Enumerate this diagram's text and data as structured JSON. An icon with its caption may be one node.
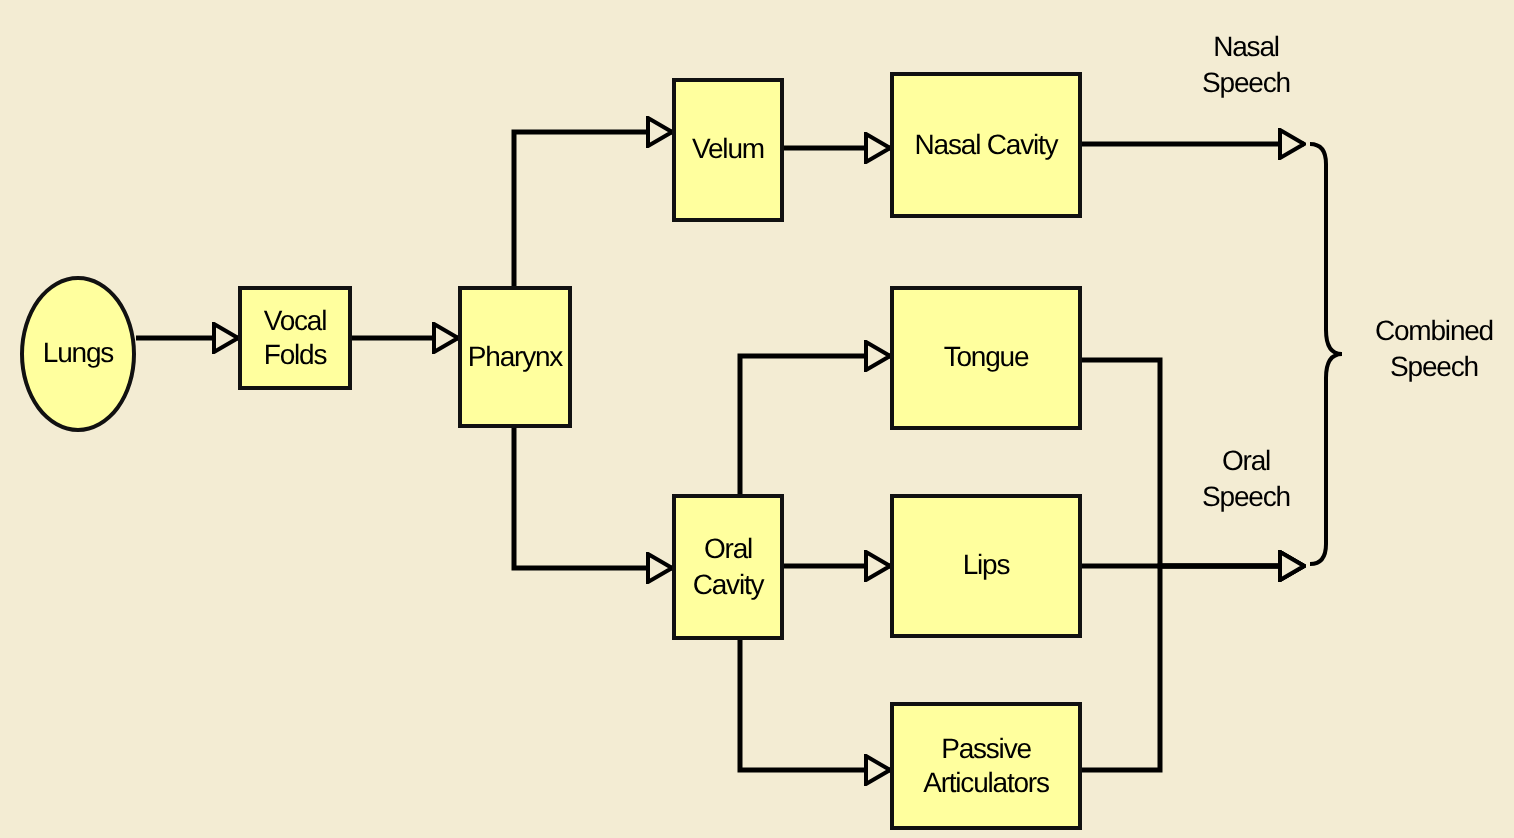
{
  "diagram": {
    "nodes": [
      {
        "text": [
          "Lungs"
        ]
      },
      {
        "text": [
          "Vocal Folds"
        ]
      },
      {
        "text": [
          "Pharynx"
        ]
      },
      {
        "text": [
          "Velum"
        ]
      },
      {
        "text": [
          "Oral Cavity"
        ]
      },
      {
        "text": [
          "Nasal Cavity"
        ]
      },
      {
        "text": [
          "Tongue"
        ]
      },
      {
        "text": [
          "Lips"
        ]
      },
      {
        "text": [
          "Passive Articulators"
        ]
      },
      {
        "text": [],
        "shape": "brace",
        "beside": [
          "Combined Speech"
        ]
      }
    ],
    "edges": [
      {
        "from": 0,
        "to": 1,
        "arrow": "to"
      },
      {
        "from": 1,
        "to": 2,
        "arrow": "to"
      },
      {
        "from": 2,
        "to": 3,
        "arrow": "to"
      },
      {
        "from": 2,
        "to": 4,
        "arrow": "to"
      },
      {
        "from": 3,
        "to": 5,
        "arrow": "to"
      },
      {
        "from": 4,
        "to": 6,
        "arrow": "to"
      },
      {
        "from": 4,
        "to": 7,
        "arrow": "to"
      },
      {
        "from": 4,
        "to": 8,
        "arrow": "to"
      },
      {
        "from": 5,
        "to": 9,
        "arrow": "to"
      },
      {
        "from": 6,
        "to": 9,
        "arrow": "to"
      },
      {
        "from": 7,
        "to": 9,
        "arrow": "to"
      },
      {
        "from": 8,
        "to": 9,
        "arrow": "to"
      }
    ],
    "labels": [
      "Nasal Speech",
      "Oral Speech"
    ]
  }
}
